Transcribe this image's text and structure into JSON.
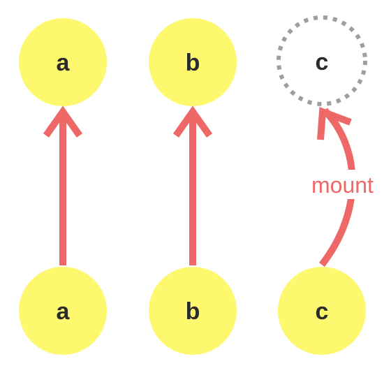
{
  "colors": {
    "node_fill": "#fdf86e",
    "arrow": "#ee6868",
    "placeholder_border": "#9e9e9e",
    "label_text": "#2b2b2b"
  },
  "top_row": {
    "a": "a",
    "b": "b",
    "c": "c"
  },
  "bottom_row": {
    "a": "a",
    "b": "b",
    "c": "c"
  },
  "arrows": {
    "mount_label": "mount"
  }
}
